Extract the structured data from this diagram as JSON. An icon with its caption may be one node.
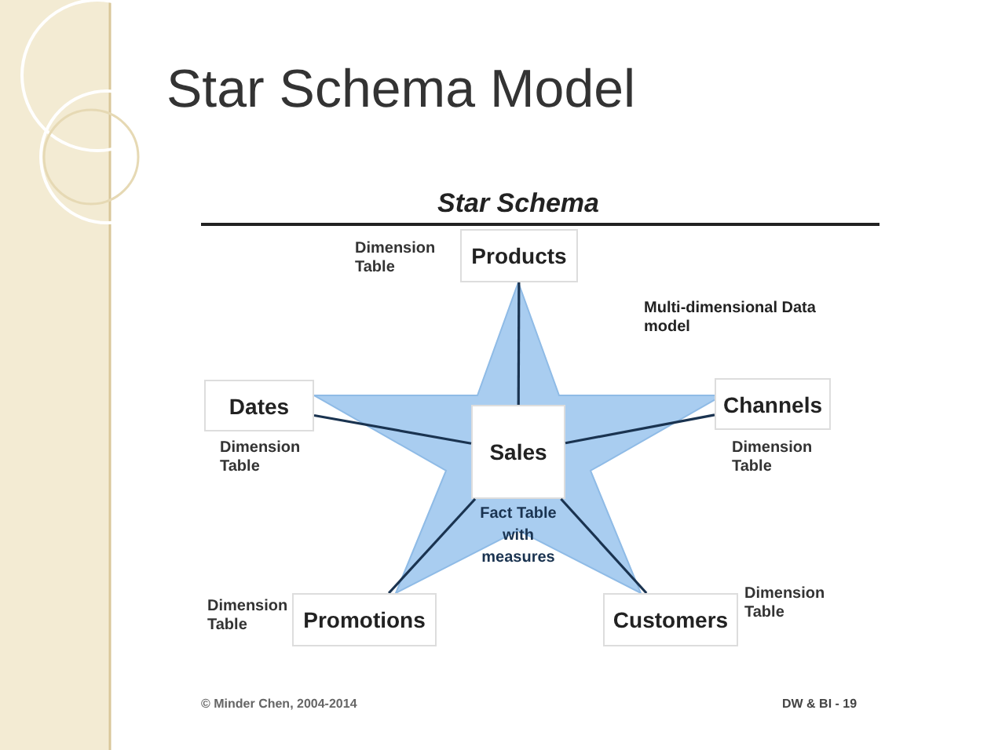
{
  "diagram": {
    "title": "Star Schema Model",
    "nodes": [
      {
        "text": [
          "Products"
        ],
        "beside": [
          "Dimension Table"
        ]
      },
      {
        "text": [
          "Dates"
        ],
        "beside": [
          "Dimension Table"
        ]
      },
      {
        "text": [],
        "shape": "star"
      },
      {
        "text": [
          "Sales"
        ],
        "beside": [
          "Fact Table with measures"
        ],
        "in": 2
      },
      {
        "text": [
          "Channels"
        ],
        "beside": [
          "Dimension Table"
        ]
      },
      {
        "text": [
          "Promotions"
        ],
        "beside": [
          "Dimension Table"
        ]
      },
      {
        "text": [
          "Customers"
        ],
        "beside": [
          "Dimension Table"
        ]
      }
    ],
    "edges": [
      {
        "from": 3,
        "to": 0,
        "arrow": "none"
      },
      {
        "from": 3,
        "to": 1,
        "arrow": "none"
      },
      {
        "from": 3,
        "to": 4,
        "arrow": "none"
      },
      {
        "from": 3,
        "to": 5,
        "arrow": "none"
      },
      {
        "from": 3,
        "to": 6,
        "arrow": "none"
      }
    ],
    "labels": [
      "Star Schema",
      "Multi-dimensional Data model",
      "© Minder Chen, 2004-2014",
      "DW & BI - 19"
    ]
  }
}
